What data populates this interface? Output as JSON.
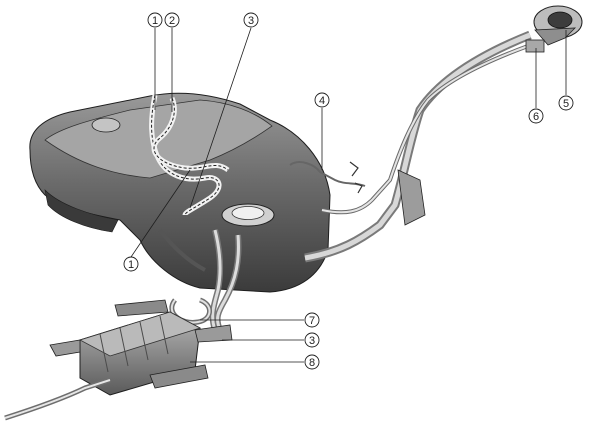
{
  "callouts": [
    {
      "id": "c1a",
      "label": "1"
    },
    {
      "id": "c2",
      "label": "2"
    },
    {
      "id": "c3a",
      "label": "3"
    },
    {
      "id": "c4",
      "label": "4"
    },
    {
      "id": "c5",
      "label": "5"
    },
    {
      "id": "c6",
      "label": "6"
    },
    {
      "id": "c1b",
      "label": "1"
    },
    {
      "id": "c7",
      "label": "7"
    },
    {
      "id": "c3b",
      "label": "3"
    },
    {
      "id": "c8",
      "label": "8"
    }
  ],
  "colors": {
    "metal_dark": "#4a4a4a",
    "metal_mid": "#8a8a8a",
    "metal_light": "#cfcfcf",
    "line": "#1e1e1e"
  }
}
